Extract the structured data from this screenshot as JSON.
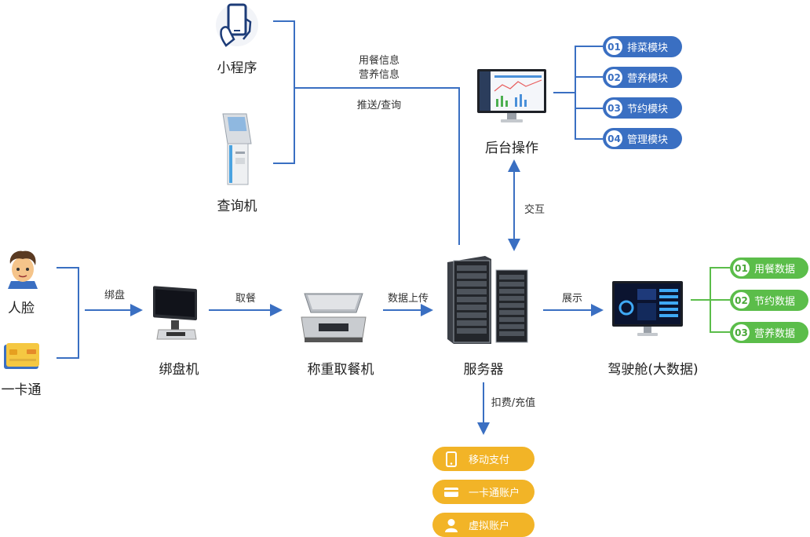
{
  "nodes": {
    "miniprogram": "小程序",
    "kiosk": "查询机",
    "face": "人脸",
    "card": "一卡通",
    "binder": "绑盘机",
    "scale": "称重取餐机",
    "server": "服务器",
    "backend": "后台操作",
    "cockpit": "驾驶舱(大数据)"
  },
  "edges": {
    "info_line1": "用餐信息",
    "info_line2": "营养信息",
    "push_query": "推送/查询",
    "bind": "绑盘",
    "take_meal": "取餐",
    "upload": "数据上传",
    "interact": "交互",
    "display": "展示",
    "charge": "扣费/充值"
  },
  "backend_modules": [
    {
      "num": "01",
      "label": "排菜模块"
    },
    {
      "num": "02",
      "label": "营养模块"
    },
    {
      "num": "03",
      "label": "节约模块"
    },
    {
      "num": "04",
      "label": "管理模块"
    }
  ],
  "cockpit_data": [
    {
      "num": "01",
      "label": "用餐数据"
    },
    {
      "num": "02",
      "label": "节约数据"
    },
    {
      "num": "03",
      "label": "营养数据"
    }
  ],
  "payments": [
    {
      "icon": "phone-icon",
      "label": "移动支付"
    },
    {
      "icon": "card-icon",
      "label": "一卡通账户"
    },
    {
      "icon": "user-icon",
      "label": "虚拟账户"
    }
  ],
  "colors": {
    "line": "#3a6fc2",
    "module": "#3a6fc2",
    "data": "#5bbd4a",
    "payment": "#f2b427"
  }
}
